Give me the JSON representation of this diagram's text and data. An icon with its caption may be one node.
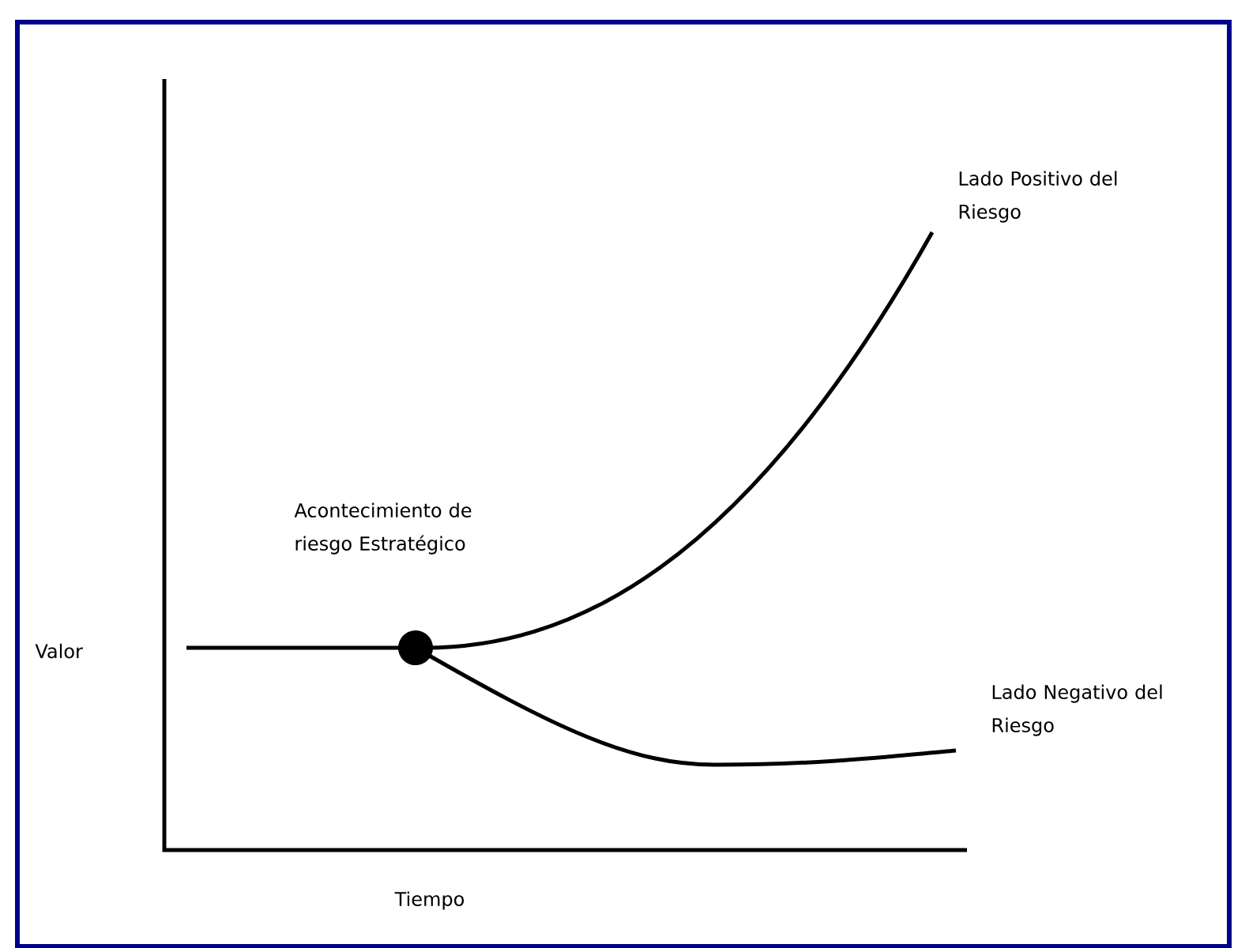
{
  "diagram": {
    "labels": [
      "Lado Positivo del Riesgo",
      "Acontecimiento de riesgo Estratégico",
      "Valor",
      "Lado Negativo del Riesgo",
      "Tiempo"
    ]
  }
}
